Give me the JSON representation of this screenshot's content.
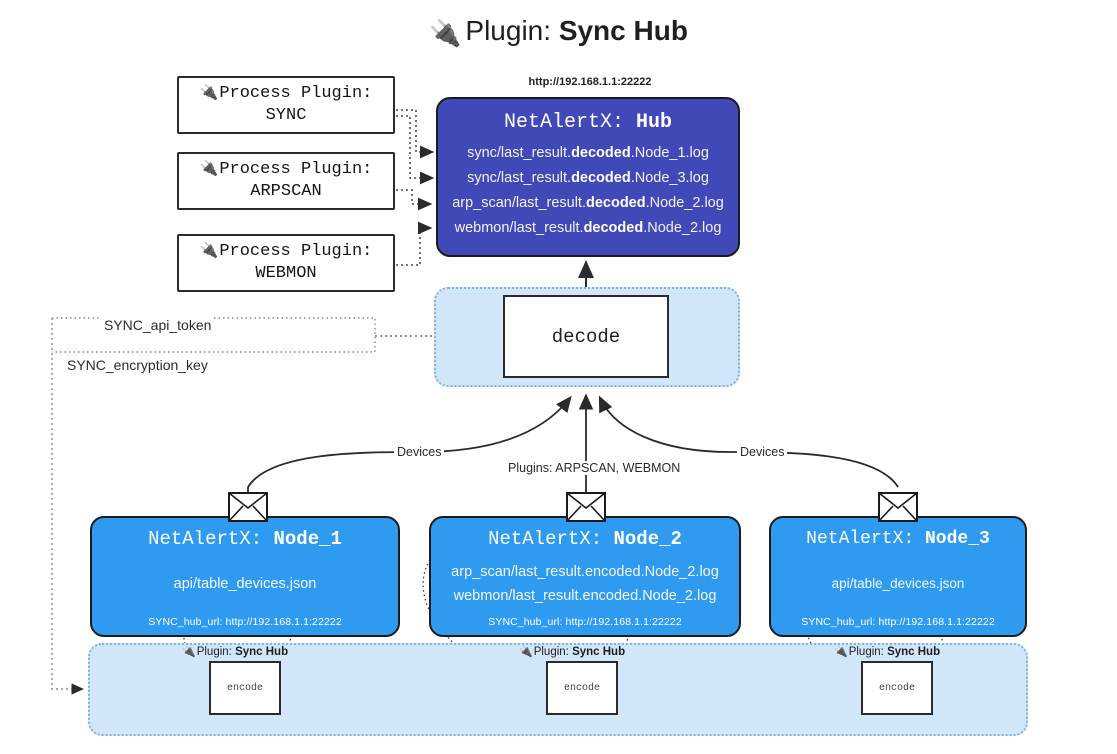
{
  "title": {
    "icon": "plug-icon",
    "prefix": "Plugin: ",
    "name": "Sync Hub"
  },
  "process_plugins": [
    {
      "icon": "plug-icon",
      "line1": "Process Plugin:",
      "line2": "SYNC"
    },
    {
      "icon": "plug-icon",
      "line1": "Process Plugin:",
      "line2": "ARPSCAN"
    },
    {
      "icon": "plug-icon",
      "line1": "Process Plugin:",
      "line2": "WEBMON"
    }
  ],
  "hub": {
    "url": "http://192.168.1.1:22222",
    "title_prefix": "NetAlertX: ",
    "title_name": "Hub",
    "accent_color": "#4148b8",
    "lines": [
      {
        "pre": "sync/last_result.",
        "mid": "decoded",
        "post": ".Node_1.log"
      },
      {
        "pre": "sync/last_result.",
        "mid": "decoded",
        "post": ".Node_3.log"
      },
      {
        "pre": "arp_scan/last_result.",
        "mid": "decoded",
        "post": ".Node_2.log"
      },
      {
        "pre": "webmon/last_result.",
        "mid": "decoded",
        "post": ".Node_2.log"
      }
    ]
  },
  "decode": {
    "label": "decode",
    "container_color": "#d2e6fa"
  },
  "edge_labels": {
    "api_token": "SYNC_api_token",
    "encryption_key": "SYNC_encryption_key",
    "devices_left": "Devices",
    "devices_right": "Devices",
    "plugins_mid": "Plugins: ARPSCAN, WEBMON"
  },
  "nodes": [
    {
      "title_prefix": "NetAlertX: ",
      "title_name": "Node_1",
      "lines": [
        "api/table_devices.json"
      ],
      "footer": "SYNC_hub_url: http://192.168.1.1:22222",
      "color": "#2e9bf0",
      "envelope_icon": "envelope-icon"
    },
    {
      "title_prefix": "NetAlertX: ",
      "title_name": "Node_2",
      "lines": [
        "arp_scan/last_result.encoded.Node_2.log",
        "webmon/last_result.encoded.Node_2.log"
      ],
      "footer": "SYNC_hub_url: http://192.168.1.1:22222",
      "color": "#2e9bf0",
      "envelope_icon": "envelope-icon"
    },
    {
      "title_prefix": "NetAlertX: ",
      "title_name": "Node_3",
      "lines": [
        "api/table_devices.json"
      ],
      "footer": "SYNC_hub_url: http://192.168.1.1:22222",
      "color": "#2e9bf0",
      "envelope_icon": "envelope-icon"
    }
  ],
  "encoders": [
    {
      "caption_icon": "plug-icon",
      "caption_prefix": "Plugin: ",
      "caption_name": "Sync Hub",
      "label": "encode"
    },
    {
      "caption_icon": "plug-icon",
      "caption_prefix": "Plugin: ",
      "caption_name": "Sync Hub",
      "label": "encode"
    },
    {
      "caption_icon": "plug-icon",
      "caption_prefix": "Plugin: ",
      "caption_name": "Sync Hub",
      "label": "encode"
    }
  ]
}
